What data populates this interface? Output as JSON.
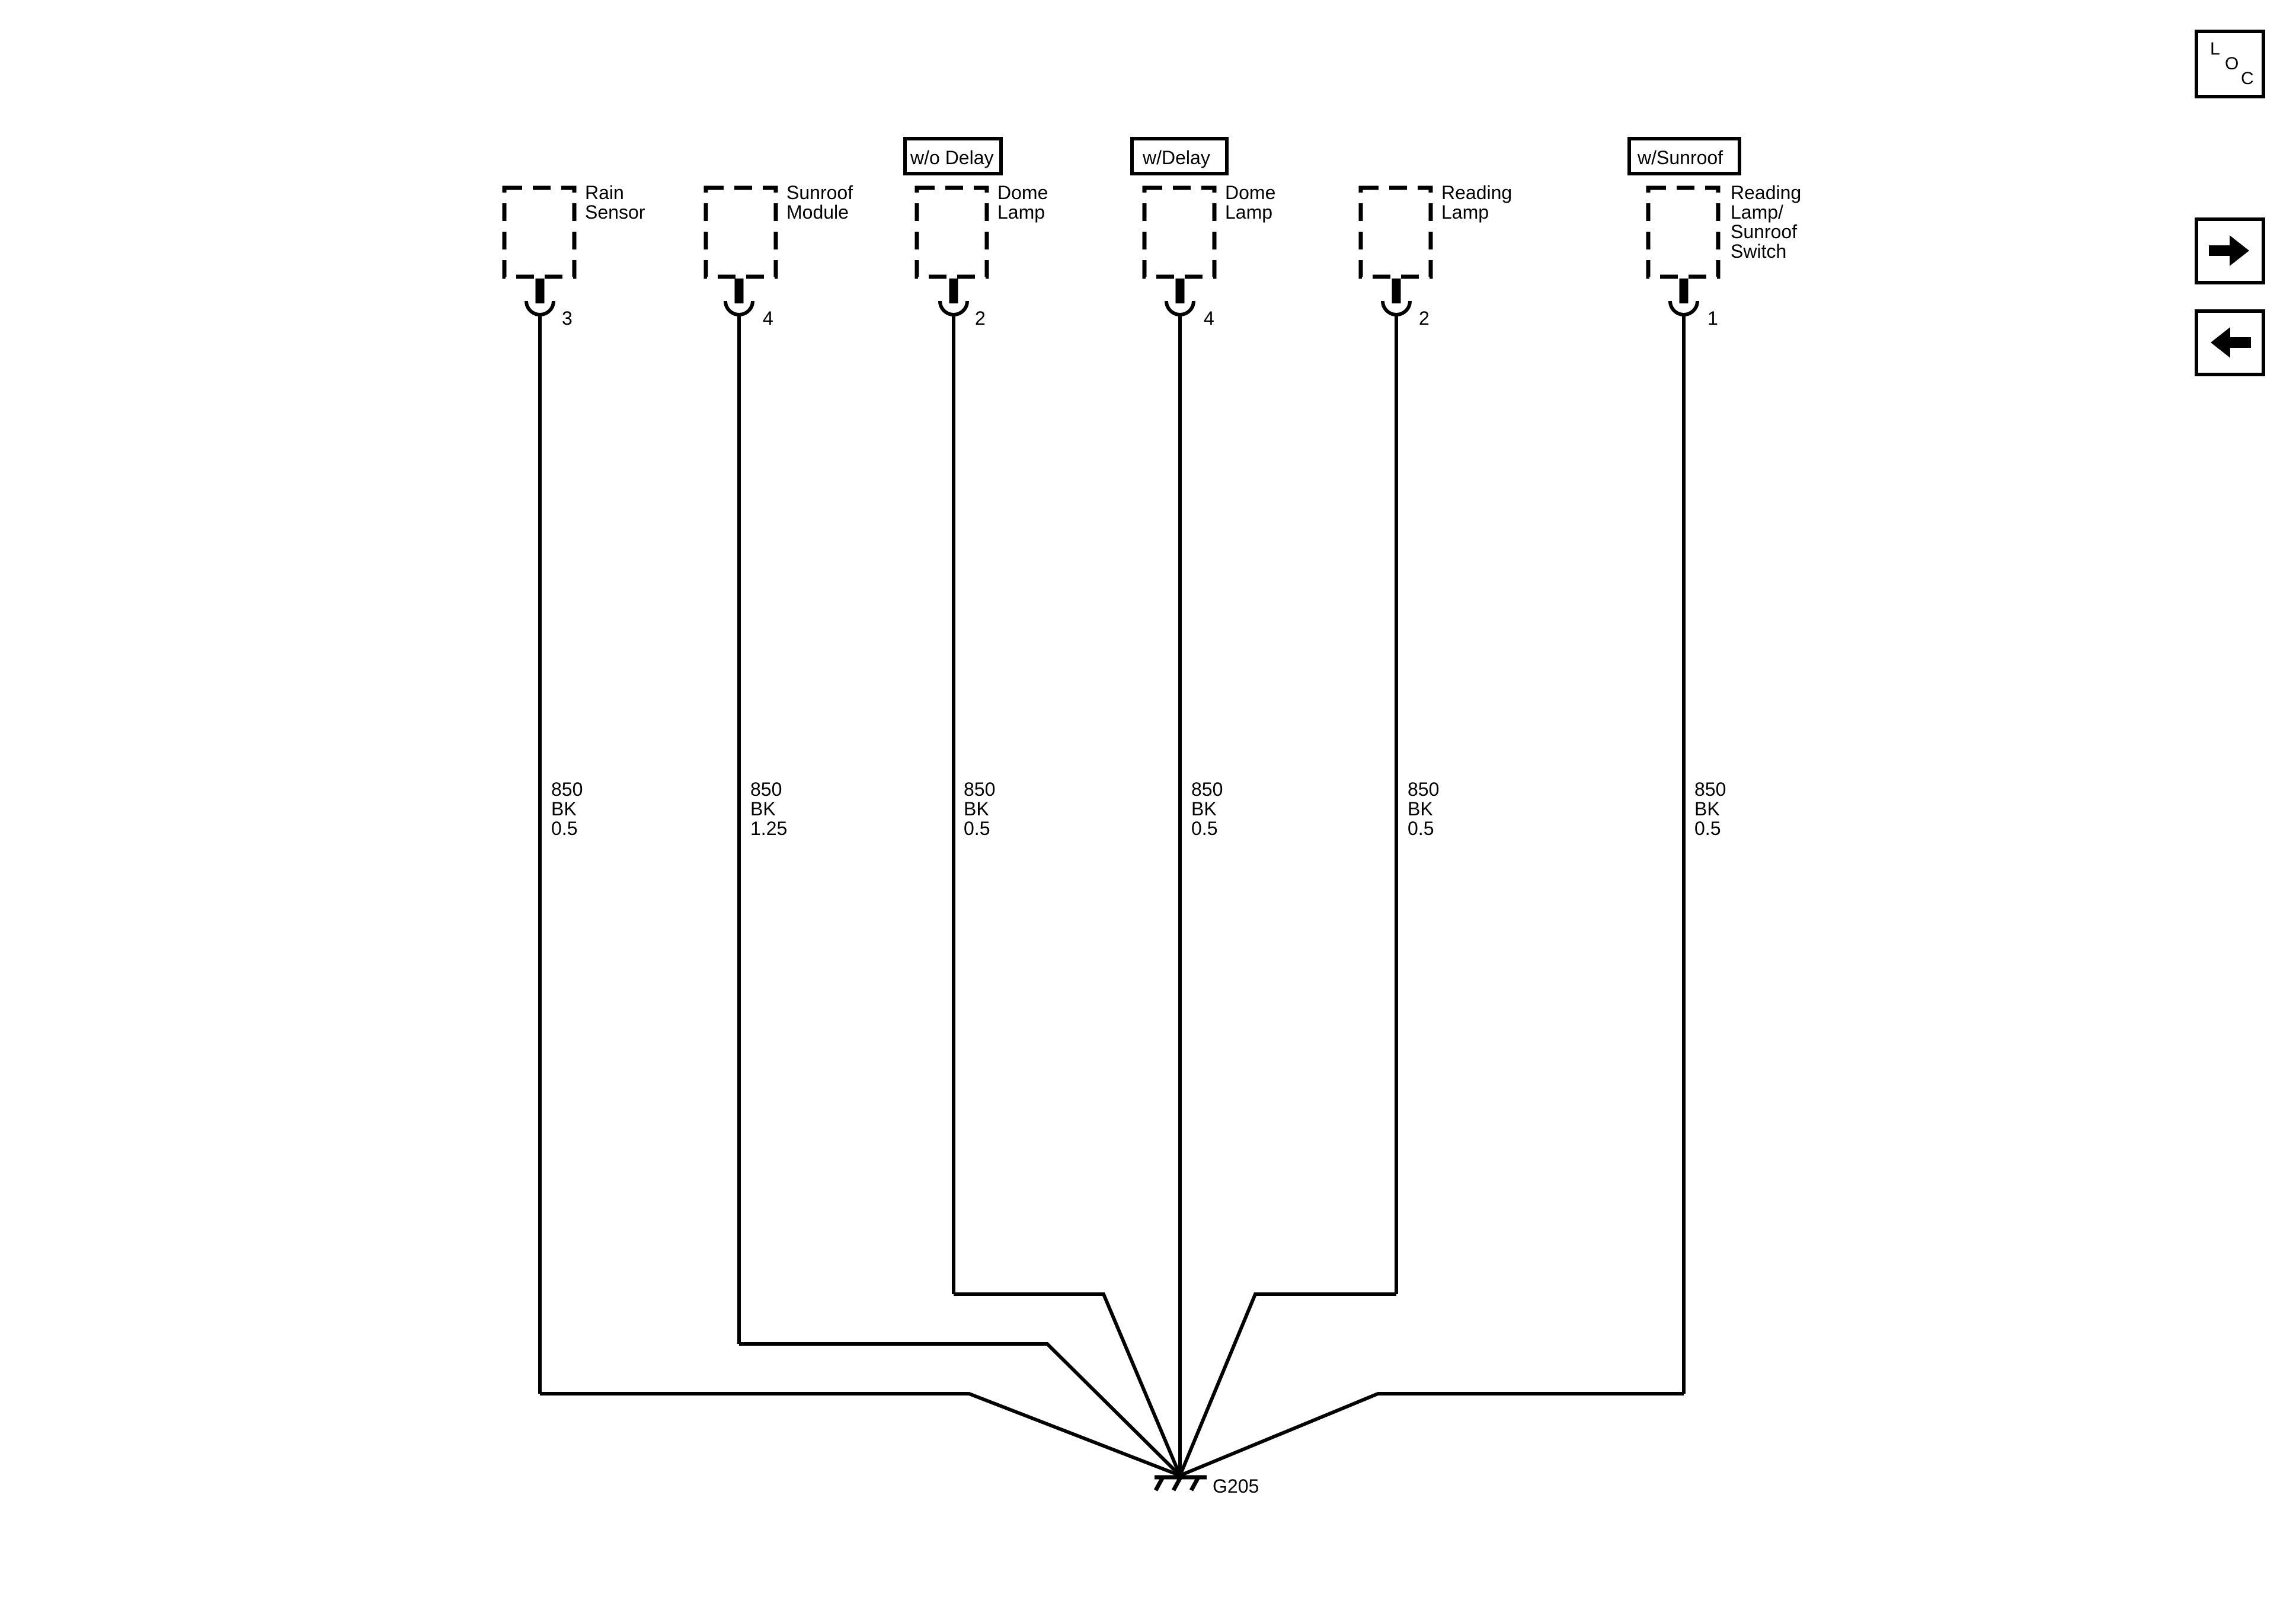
{
  "nav": {
    "loc": [
      "L",
      "O",
      "C"
    ],
    "forward_icon": "arrow-right-icon",
    "back_icon": "arrow-left-icon"
  },
  "condition_tags": {
    "wo_delay": "w/o Delay",
    "w_delay": "w/Delay",
    "w_sunroof": "w/Sunroof"
  },
  "components": [
    {
      "id": "rain-sensor",
      "name": [
        "Rain",
        "Sensor"
      ],
      "pin": "3",
      "circuit": "850",
      "color": "BK",
      "gauge": "0.5"
    },
    {
      "id": "sunroof-module",
      "name": [
        "Sunroof",
        "Module"
      ],
      "pin": "4",
      "circuit": "850",
      "color": "BK",
      "gauge": "1.25"
    },
    {
      "id": "dome-lamp-wo-delay",
      "name": [
        "Dome",
        "Lamp"
      ],
      "pin": "2",
      "circuit": "850",
      "color": "BK",
      "gauge": "0.5"
    },
    {
      "id": "dome-lamp-w-delay",
      "name": [
        "Dome",
        "Lamp"
      ],
      "pin": "4",
      "circuit": "850",
      "color": "BK",
      "gauge": "0.5"
    },
    {
      "id": "reading-lamp",
      "name": [
        "Reading",
        "Lamp"
      ],
      "pin": "2",
      "circuit": "850",
      "color": "BK",
      "gauge": "0.5"
    },
    {
      "id": "reading-lamp-sunroof-switch",
      "name": [
        "Reading",
        "Lamp/",
        "Sunroof",
        "Switch"
      ],
      "pin": "1",
      "circuit": "850",
      "color": "BK",
      "gauge": "0.5"
    }
  ],
  "ground": {
    "label": "G205",
    "icon": "ground-icon"
  }
}
